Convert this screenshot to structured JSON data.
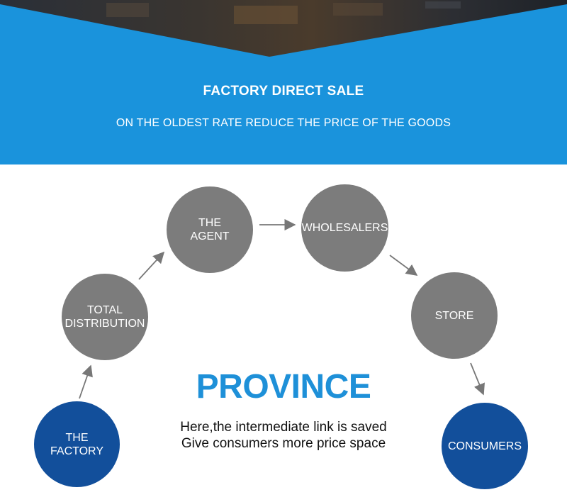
{
  "banner": {
    "title": "FACTORY DIRECT SALE",
    "subtitle": "ON THE OLDEST RATE REDUCE THE PRICE OF THE GOODS",
    "background_color": "#1a93dc"
  },
  "flow": {
    "nodes": [
      {
        "id": "factory",
        "label": "THE\nFACTORY",
        "color": "#124f9b"
      },
      {
        "id": "total-distribution",
        "label": "TOTAL\nDISTRIBUTION",
        "color": "#7c7c7c"
      },
      {
        "id": "agent",
        "label": "THE\nAGENT",
        "color": "#7c7c7c"
      },
      {
        "id": "wholesalers",
        "label": "WHOLESALERS",
        "color": "#7c7c7c"
      },
      {
        "id": "store",
        "label": "STORE",
        "color": "#7c7c7c"
      },
      {
        "id": "consumers",
        "label": "CONSUMERS",
        "color": "#124f9b"
      }
    ]
  },
  "center": {
    "headline": "PROVINCE",
    "line1": "Here,the intermediate link is saved",
    "line2": "Give consumers more price space",
    "headline_color": "#1e90d8"
  }
}
